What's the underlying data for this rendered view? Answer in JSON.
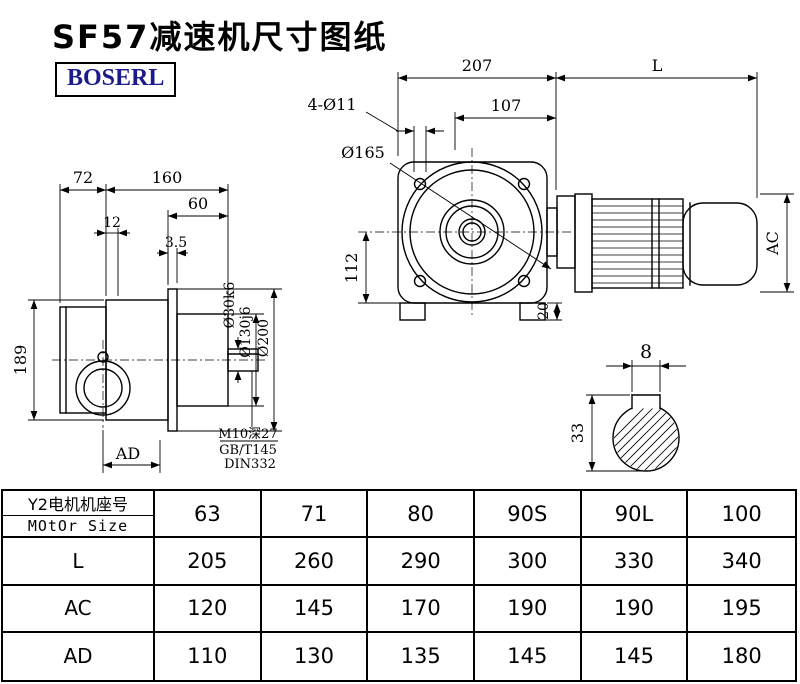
{
  "page": {
    "title": "SF57减速机尺寸图纸",
    "logo": "BOSERL"
  },
  "colors": {
    "background": "#ffffff",
    "line": "#000000",
    "logo_text": "#1b1b8e"
  },
  "front_view": {
    "d207": "207",
    "dL": "L",
    "d107": "107",
    "dbolt": "4-Ø11",
    "dflange": "Ø165",
    "d112": "112",
    "d20": "20",
    "dAC": "AC"
  },
  "side_view": {
    "d72": "72",
    "d160": "160",
    "d60": "60",
    "d12": "12",
    "d35": "3.5",
    "d189": "189",
    "dshaft": "Ø30k6",
    "dbore": "Ø130j6",
    "dflangeod": "Ø200",
    "note1": "M10深27",
    "note2": "GB/T145",
    "note3": "DIN332",
    "dAD": "AD"
  },
  "section": {
    "d8": "8",
    "d33": "33"
  },
  "table": {
    "motor_label_cn": "Y2电机机座号",
    "motor_label_en": "MOtOr Size",
    "motor_sizes": [
      "63",
      "71",
      "80",
      "90S",
      "90L",
      "100"
    ],
    "rows": [
      {
        "label": "L",
        "values": [
          "205",
          "260",
          "290",
          "300",
          "330",
          "340"
        ]
      },
      {
        "label": "AC",
        "values": [
          "120",
          "145",
          "170",
          "190",
          "190",
          "195"
        ]
      },
      {
        "label": "AD",
        "values": [
          "110",
          "130",
          "135",
          "145",
          "145",
          "180"
        ]
      }
    ]
  }
}
